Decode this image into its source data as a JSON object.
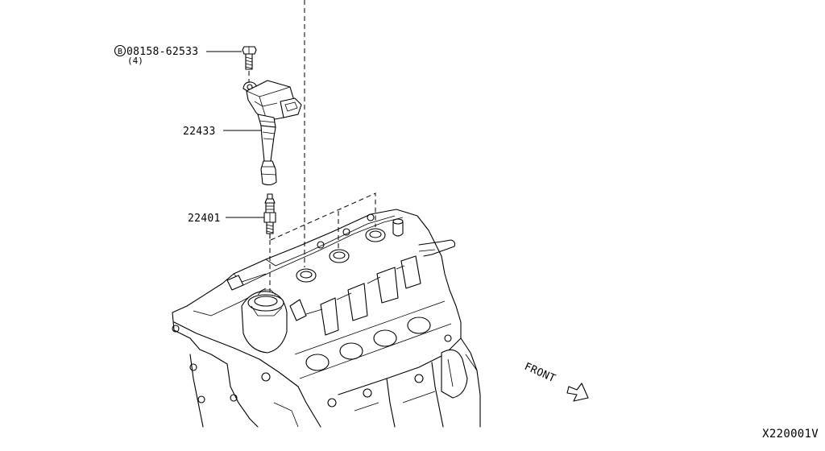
{
  "callouts": {
    "bolt": {
      "part_number": "08158-62533",
      "qty": "(4)",
      "marker": "B"
    },
    "ignition_coil": {
      "part_number": "22433"
    },
    "spark_plug": {
      "part_number": "22401"
    }
  },
  "direction_label": "FRONT",
  "diagram_code": "X220001V",
  "icons": [
    "bolt-marker-icon",
    "front-arrow-icon"
  ]
}
